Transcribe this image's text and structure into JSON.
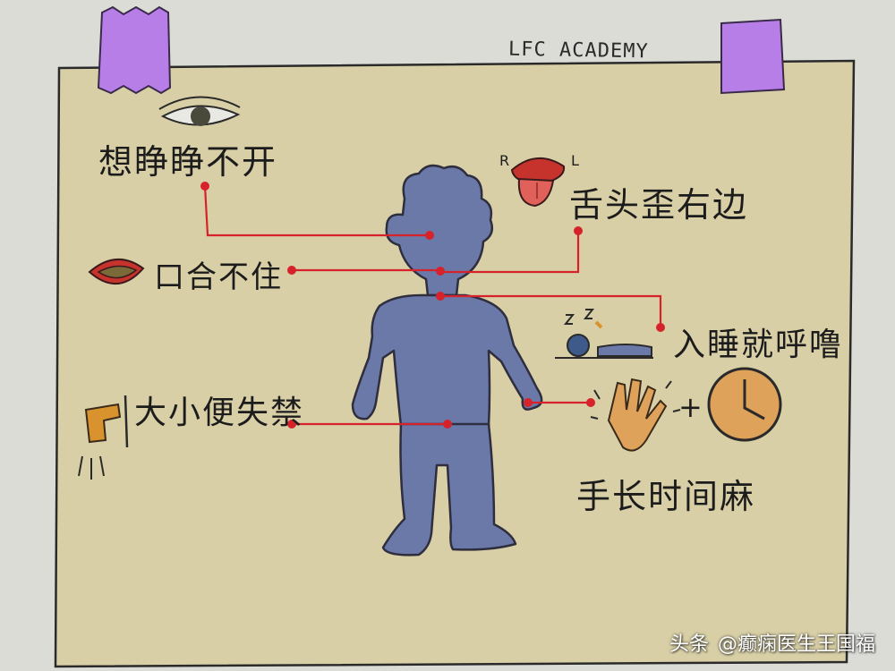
{
  "header": {
    "academy": "LFC ACADEMY"
  },
  "labels": {
    "eyes": "想睁睁不开",
    "tongue": "舌头歪右边",
    "mouth": "口合不住",
    "snore": "入睡就呼噜",
    "incontinence": "大小便失禁",
    "hand_numb": "手长时间麻"
  },
  "tongue_marks": {
    "left": "R",
    "right": "L"
  },
  "plus_sign": "+",
  "watermark": {
    "platform": "头条",
    "author": "@癫痫医生王国福"
  },
  "colors": {
    "paper": "#d8cfa6",
    "tape": "#b77ee8",
    "figure": "#6b79a8",
    "line": "#d6222a",
    "lips": "#c6332c",
    "clock": "#dfa25a",
    "tap": "#d8922e"
  }
}
